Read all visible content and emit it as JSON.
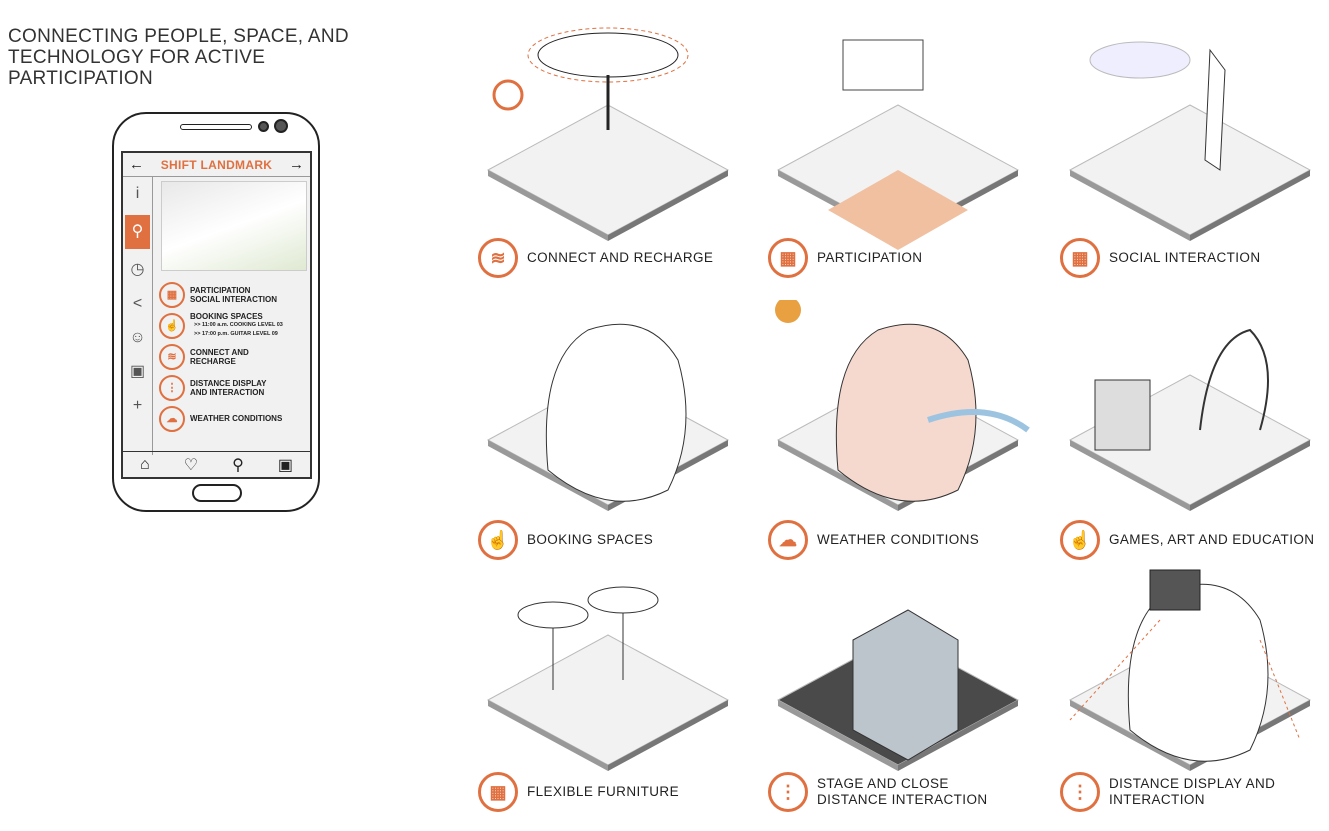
{
  "title": "CONNECTING PEOPLE, SPACE, AND TECHNOLOGY FOR ACTIVE PARTICIPATION",
  "phone": {
    "app_title": "SHIFT LANDMARK",
    "back": "←",
    "forward": "→",
    "side_icons": [
      "i",
      "⚲",
      "◷",
      "<",
      "☺",
      "▣",
      "+"
    ],
    "items": [
      {
        "icon": "▦",
        "label": "PARTICIPATION",
        "label2": "SOCIAL INTERACTION"
      },
      {
        "icon": "☝",
        "label": "BOOKING SPACES",
        "label2": "",
        "sub1": ">> 11:00 a.m.  COOKING  LEVEL 03",
        "sub2": ">> 17:00 p.m.   GUITAR  LEVEL 09"
      },
      {
        "icon": "≋",
        "label": "CONNECT AND",
        "label2": "RECHARGE"
      },
      {
        "icon": "⋮",
        "label": "DISTANCE DISPLAY",
        "label2": "AND INTERACTION"
      },
      {
        "icon": "☁",
        "label": "WEATHER CONDITIONS",
        "label2": ""
      }
    ],
    "nav": [
      "⌂",
      "♡",
      "⚲",
      "▣"
    ]
  },
  "tiles": [
    {
      "label": "CONNECT AND RECHARGE",
      "icon": "≋",
      "accent": "#e07040"
    },
    {
      "label": "PARTICIPATION",
      "icon": "▦"
    },
    {
      "label": "SOCIAL INTERACTION",
      "icon": "▦"
    },
    {
      "label": "BOOKING SPACES",
      "icon": "☝"
    },
    {
      "label": "WEATHER CONDITIONS",
      "icon": "☁"
    },
    {
      "label": "GAMES, ART AND EDUCATION",
      "icon": "☝"
    },
    {
      "label": "FLEXIBLE FURNITURE",
      "icon": "▦"
    },
    {
      "label": "STAGE AND CLOSE DISTANCE INTERACTION",
      "icon": "⋮"
    },
    {
      "label": "DISTANCE DISPLAY AND INTERACTION",
      "icon": "⋮"
    }
  ]
}
